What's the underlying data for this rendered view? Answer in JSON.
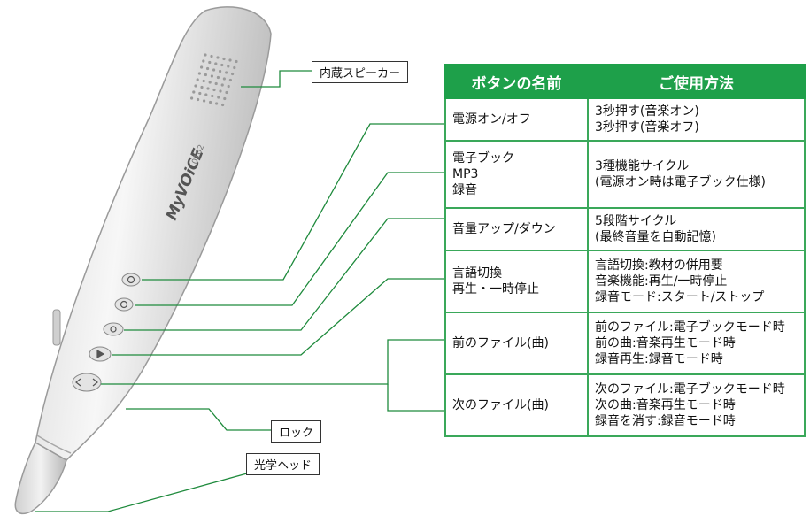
{
  "brand": "MyVOiCE",
  "model": "0102",
  "callouts": {
    "speaker": "内蔵スピーカー",
    "lock": "ロック",
    "optical_head": "光学ヘッド"
  },
  "table": {
    "headers": [
      "ボタンの名前",
      "ご使用方法"
    ],
    "rows": [
      {
        "name": "電源オン/オフ",
        "usage": "3秒押す(音楽オン)\n3秒押す(音楽オフ)"
      },
      {
        "name": "電子ブック\nMP3\n録音",
        "usage": "3種機能サイクル\n(電源オン時は電子ブック仕様)"
      },
      {
        "name": "音量アップ/ダウン",
        "usage": "5段階サイクル\n(最終音量を自動記憶)"
      },
      {
        "name": "言語切換\n再生・一時停止",
        "usage": "言語切換:教材の併用要\n音楽機能:再生/一時停止\n録音モード:スタート/ストップ"
      },
      {
        "name": "前のファイル(曲)",
        "usage": "前のファイル:電子ブックモード時\n前の曲:音楽再生モード時\n録音再生:録音モード時"
      },
      {
        "name": "次のファイル(曲)",
        "usage": "次のファイル:電子ブックモード時\n次の曲:音楽再生モード時\n録音を消す:録音モード時"
      }
    ]
  },
  "colors": {
    "header_bg": "#1ea04a",
    "border": "#3aa85a",
    "line": "#1e8a3c"
  }
}
